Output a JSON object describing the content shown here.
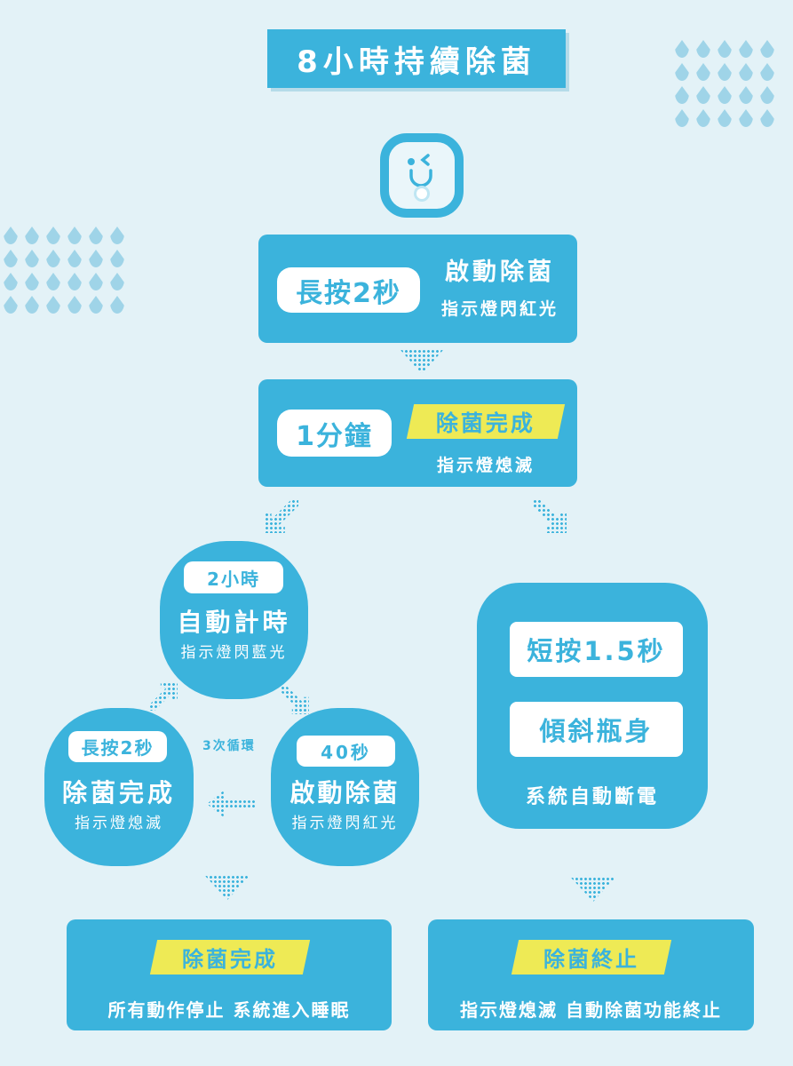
{
  "title": "8小時持續除菌",
  "colors": {
    "blue": "#3bb3dc",
    "yellow": "#eeea55",
    "background": "#e3f2f7"
  },
  "step1": {
    "pill": "長按2秒",
    "heading": "啟動除菌",
    "sub": "指示燈閃紅光"
  },
  "step2": {
    "pill": "1分鐘",
    "heading": "除菌完成",
    "sub": "指示燈熄滅"
  },
  "cycle": {
    "top": {
      "pill": "2小時",
      "heading": "自動計時",
      "sub": "指示燈閃藍光"
    },
    "left": {
      "pill": "長按2秒",
      "heading": "除菌完成",
      "sub": "指示燈熄滅"
    },
    "right": {
      "pill": "40秒",
      "heading": "啟動除菌",
      "sub": "指示燈閃紅光"
    },
    "loop_label": "3次循環"
  },
  "branch": {
    "option1": "短按1.5秒",
    "option2": "傾斜瓶身",
    "result": "系統自動斷電"
  },
  "end_left": {
    "heading": "除菌完成",
    "sub": "所有動作停止 系統進入睡眠"
  },
  "end_right": {
    "heading": "除菌終止",
    "sub": "指示燈熄滅 自動除菌功能終止"
  }
}
